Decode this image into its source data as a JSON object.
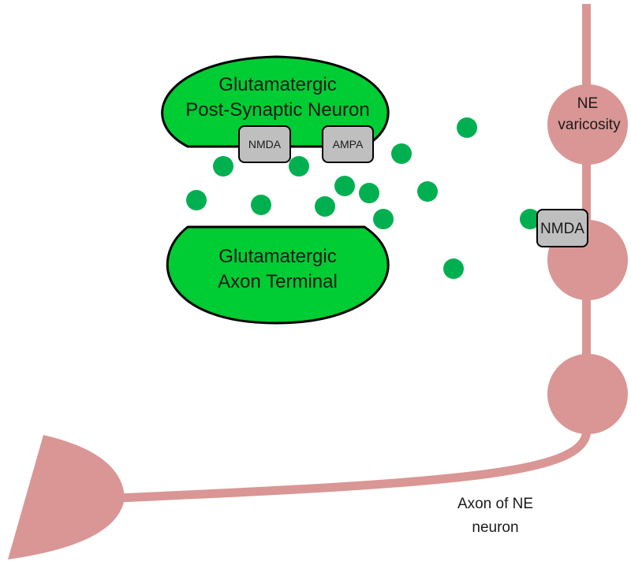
{
  "post_synaptic_neuron": {
    "line1": "Glutamatergic",
    "line2": "Post-Synaptic Neuron"
  },
  "axon_terminal": {
    "line1": "Glutamatergic",
    "line2": "Axon Terminal"
  },
  "receptors": {
    "nmda_post": "NMDA",
    "ampa_post": "AMPA",
    "nmda_varicosity": "NMDA"
  },
  "ne_varicosity": {
    "line1": "NE",
    "line2": "varicosity"
  },
  "axon_label": {
    "line1": "Axon of NE",
    "line2": "neuron"
  },
  "colors": {
    "glutamate_green": "#00cc33",
    "vesicle_green": "#00b050",
    "ne_pink": "#d99694",
    "receptor_gray": "#bfbfbf",
    "outline": "#000000"
  }
}
